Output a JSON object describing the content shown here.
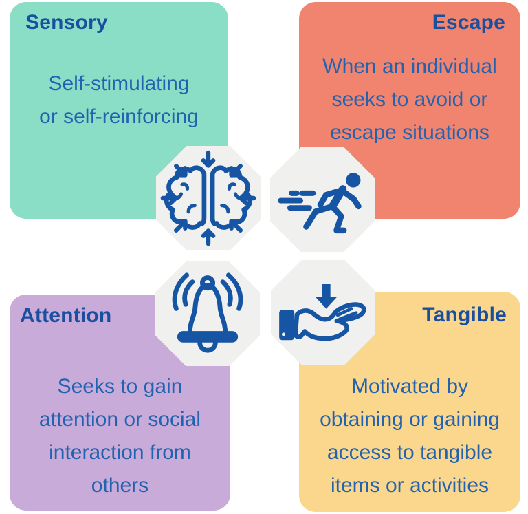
{
  "cards": [
    {
      "id": "sensory",
      "title": "Sensory",
      "body": "Self-stimulating\nor self-reinforcing",
      "bg": "#8BDEC6",
      "icon": "brain-inward-arrows-icon"
    },
    {
      "id": "escape",
      "title": "Escape",
      "body": "When an individual\nseeks to avoid or\nescape situations",
      "bg": "#F0846F",
      "icon": "running-person-icon"
    },
    {
      "id": "attention",
      "title": "Attention",
      "body": "Seeks to gain\nattention or social\ninteraction from\nothers",
      "bg": "#C9ABD9",
      "icon": "ringing-bell-icon"
    },
    {
      "id": "tangible",
      "title": "Tangible",
      "body": "Motivated by\nobtaining or gaining\naccess to tangible\nitems or activities",
      "bg": "#FAD78D",
      "icon": "receiving-hand-icon"
    }
  ],
  "colors": {
    "title_text": "#1A4FA0",
    "body_text": "#2262AE",
    "icon": "#1654A4",
    "badge_bg": "#F0F0EE",
    "page_bg": "#FFFFFF"
  }
}
